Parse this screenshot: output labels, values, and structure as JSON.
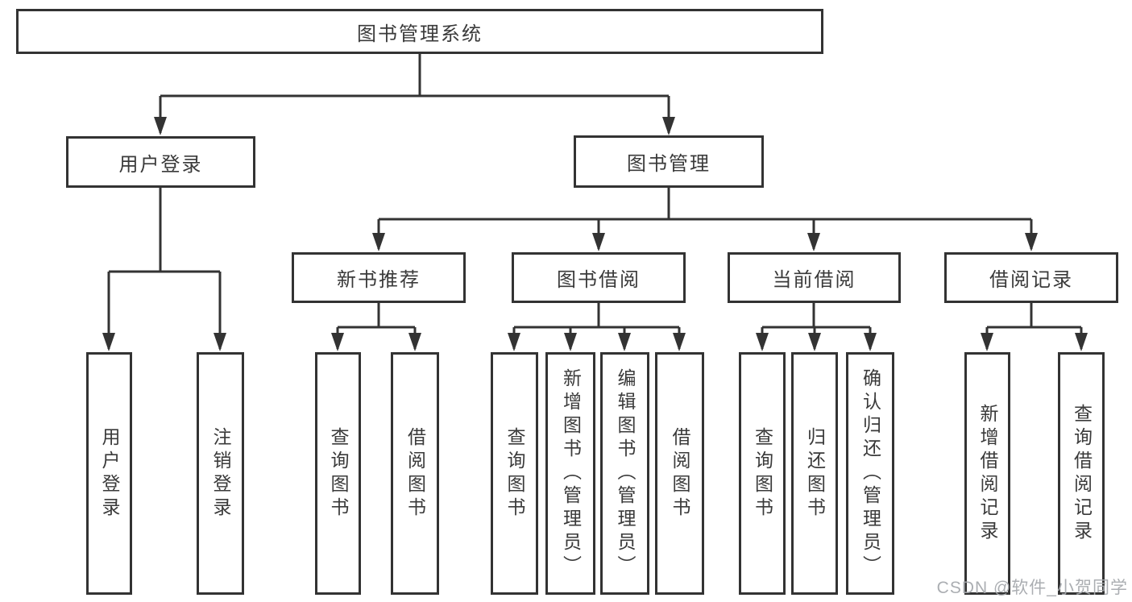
{
  "colors": {
    "line": "#333333",
    "box_border": "#333333",
    "text": "#3a3a3a",
    "background": "#ffffff",
    "watermark": "#a7aaae"
  },
  "chart_type": "hierarchy-diagram",
  "nodes": {
    "root": "图书管理系统",
    "user_login": "用户登录",
    "book_mgmt": "图书管理",
    "new_book_rec": "新书推荐",
    "book_borrow": "图书借阅",
    "current_borrow": "当前借阅",
    "borrow_records": "借阅记录",
    "leaf_user_login": "用户登录",
    "leaf_logout": "注销登录",
    "leaf_query_book_1": "查询图书",
    "leaf_borrow_book_1": "借阅图书",
    "leaf_query_book_2": "查询图书",
    "leaf_add_book": "新增图书（管理员）",
    "leaf_edit_book": "编辑图书（管理员）",
    "leaf_borrow_book_2": "借阅图书",
    "leaf_query_book_3": "查询图书",
    "leaf_return_book": "归还图书",
    "leaf_confirm_return": "确认归还（管理员）",
    "leaf_add_record": "新增借阅记录",
    "leaf_query_record": "查询借阅记录"
  },
  "watermark": "CSDN @软件_小贺同学"
}
